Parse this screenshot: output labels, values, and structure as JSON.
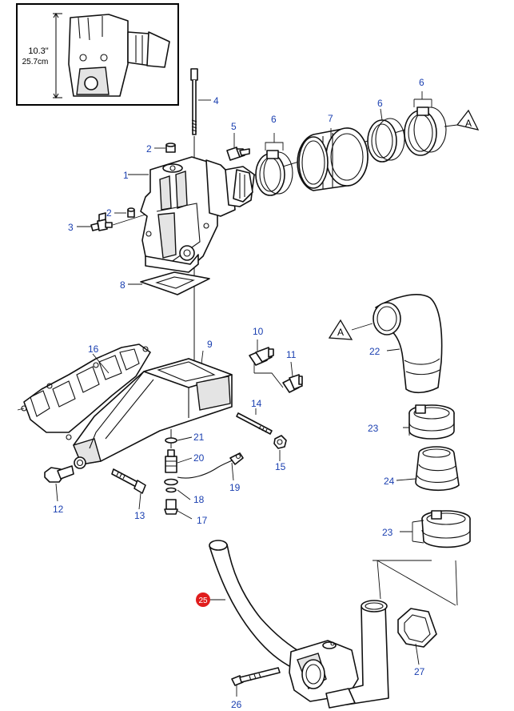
{
  "inset": {
    "dimension_in": "10.3\"",
    "dimension_cm": "25.7cm"
  },
  "reference_marker": "A",
  "highlight_color": "#e01d1d",
  "label_color": "#1a3fb0",
  "callouts": {
    "c1": "1",
    "c2a": "2",
    "c2b": "2",
    "c3": "3",
    "c4": "4",
    "c5": "5",
    "c6a": "6",
    "c6b": "6",
    "c6c": "6",
    "c7": "7",
    "c8": "8",
    "c9": "9",
    "c10": "10",
    "c11": "11",
    "c12": "12",
    "c13": "13",
    "c14": "14",
    "c15": "15",
    "c16": "16",
    "c17": "17",
    "c18": "18",
    "c19": "19",
    "c20": "20",
    "c21": "21",
    "c22": "22",
    "c23a": "23",
    "c23b": "23",
    "c24": "24",
    "c25": "25",
    "c26": "26",
    "c27": "27"
  }
}
